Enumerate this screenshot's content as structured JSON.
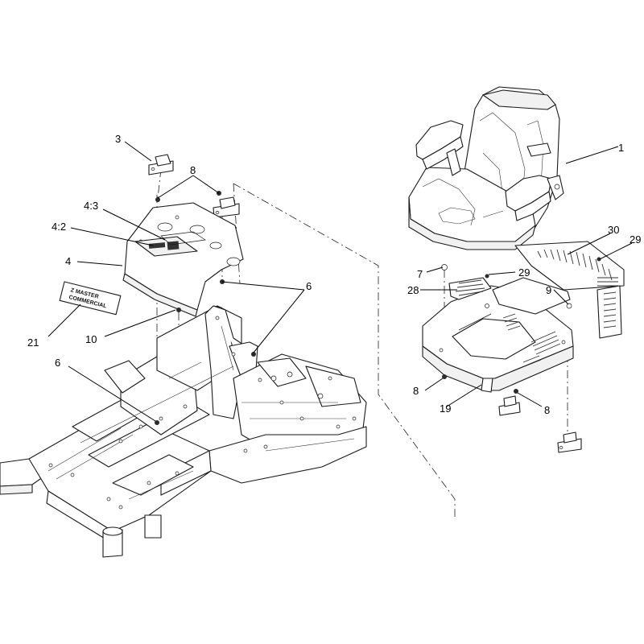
{
  "diagram": {
    "callouts": [
      {
        "id": "c1",
        "label": "1"
      },
      {
        "id": "c3",
        "label": "3"
      },
      {
        "id": "c8a",
        "label": "8"
      },
      {
        "id": "c43",
        "label": "4:3"
      },
      {
        "id": "c42",
        "label": "4:2"
      },
      {
        "id": "c4",
        "label": "4"
      },
      {
        "id": "c21",
        "label": "21"
      },
      {
        "id": "c10",
        "label": "10"
      },
      {
        "id": "c6a",
        "label": "6"
      },
      {
        "id": "c6b",
        "label": "6"
      },
      {
        "id": "c30",
        "label": "30"
      },
      {
        "id": "c29a",
        "label": "29"
      },
      {
        "id": "c29b",
        "label": "29"
      },
      {
        "id": "c7",
        "label": "7"
      },
      {
        "id": "c28",
        "label": "28"
      },
      {
        "id": "c9",
        "label": "9"
      },
      {
        "id": "c8b",
        "label": "8"
      },
      {
        "id": "c19",
        "label": "19"
      },
      {
        "id": "c8c",
        "label": "8"
      }
    ],
    "decal": {
      "logo_line1": "Z MASTER",
      "logo_line2": "COMMERCIAL"
    }
  }
}
